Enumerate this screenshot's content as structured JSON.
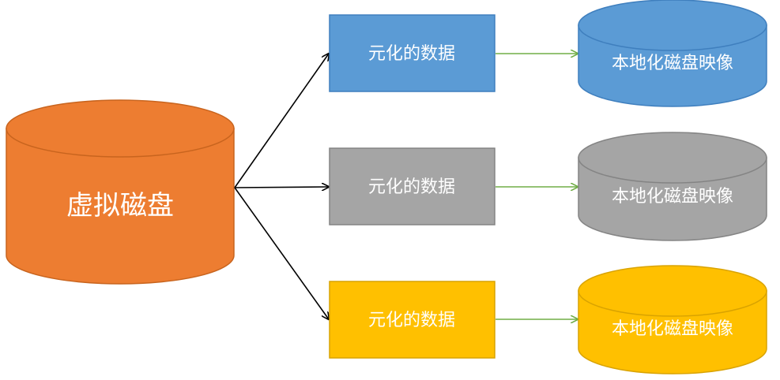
{
  "colors": {
    "orange": "#ED7D31",
    "orange_dark": "#C8641E",
    "blue": "#5B9BD5",
    "blue_dark": "#3F7FBE",
    "gray": "#A5A5A5",
    "gray_dark": "#848484",
    "yellow": "#FFC000",
    "yellow_dark": "#D9A300",
    "arrow_black": "#000000",
    "arrow_green": "#70AD47"
  },
  "source": {
    "label": "虚拟磁盘"
  },
  "rows": [
    {
      "box_label": "元化的数据",
      "disk_label": "本地化磁盘映像",
      "color": "blue"
    },
    {
      "box_label": "元化的数据",
      "disk_label": "本地化磁盘映像",
      "color": "gray"
    },
    {
      "box_label": "元化的数据",
      "disk_label": "本地化磁盘映像",
      "color": "yellow"
    }
  ]
}
